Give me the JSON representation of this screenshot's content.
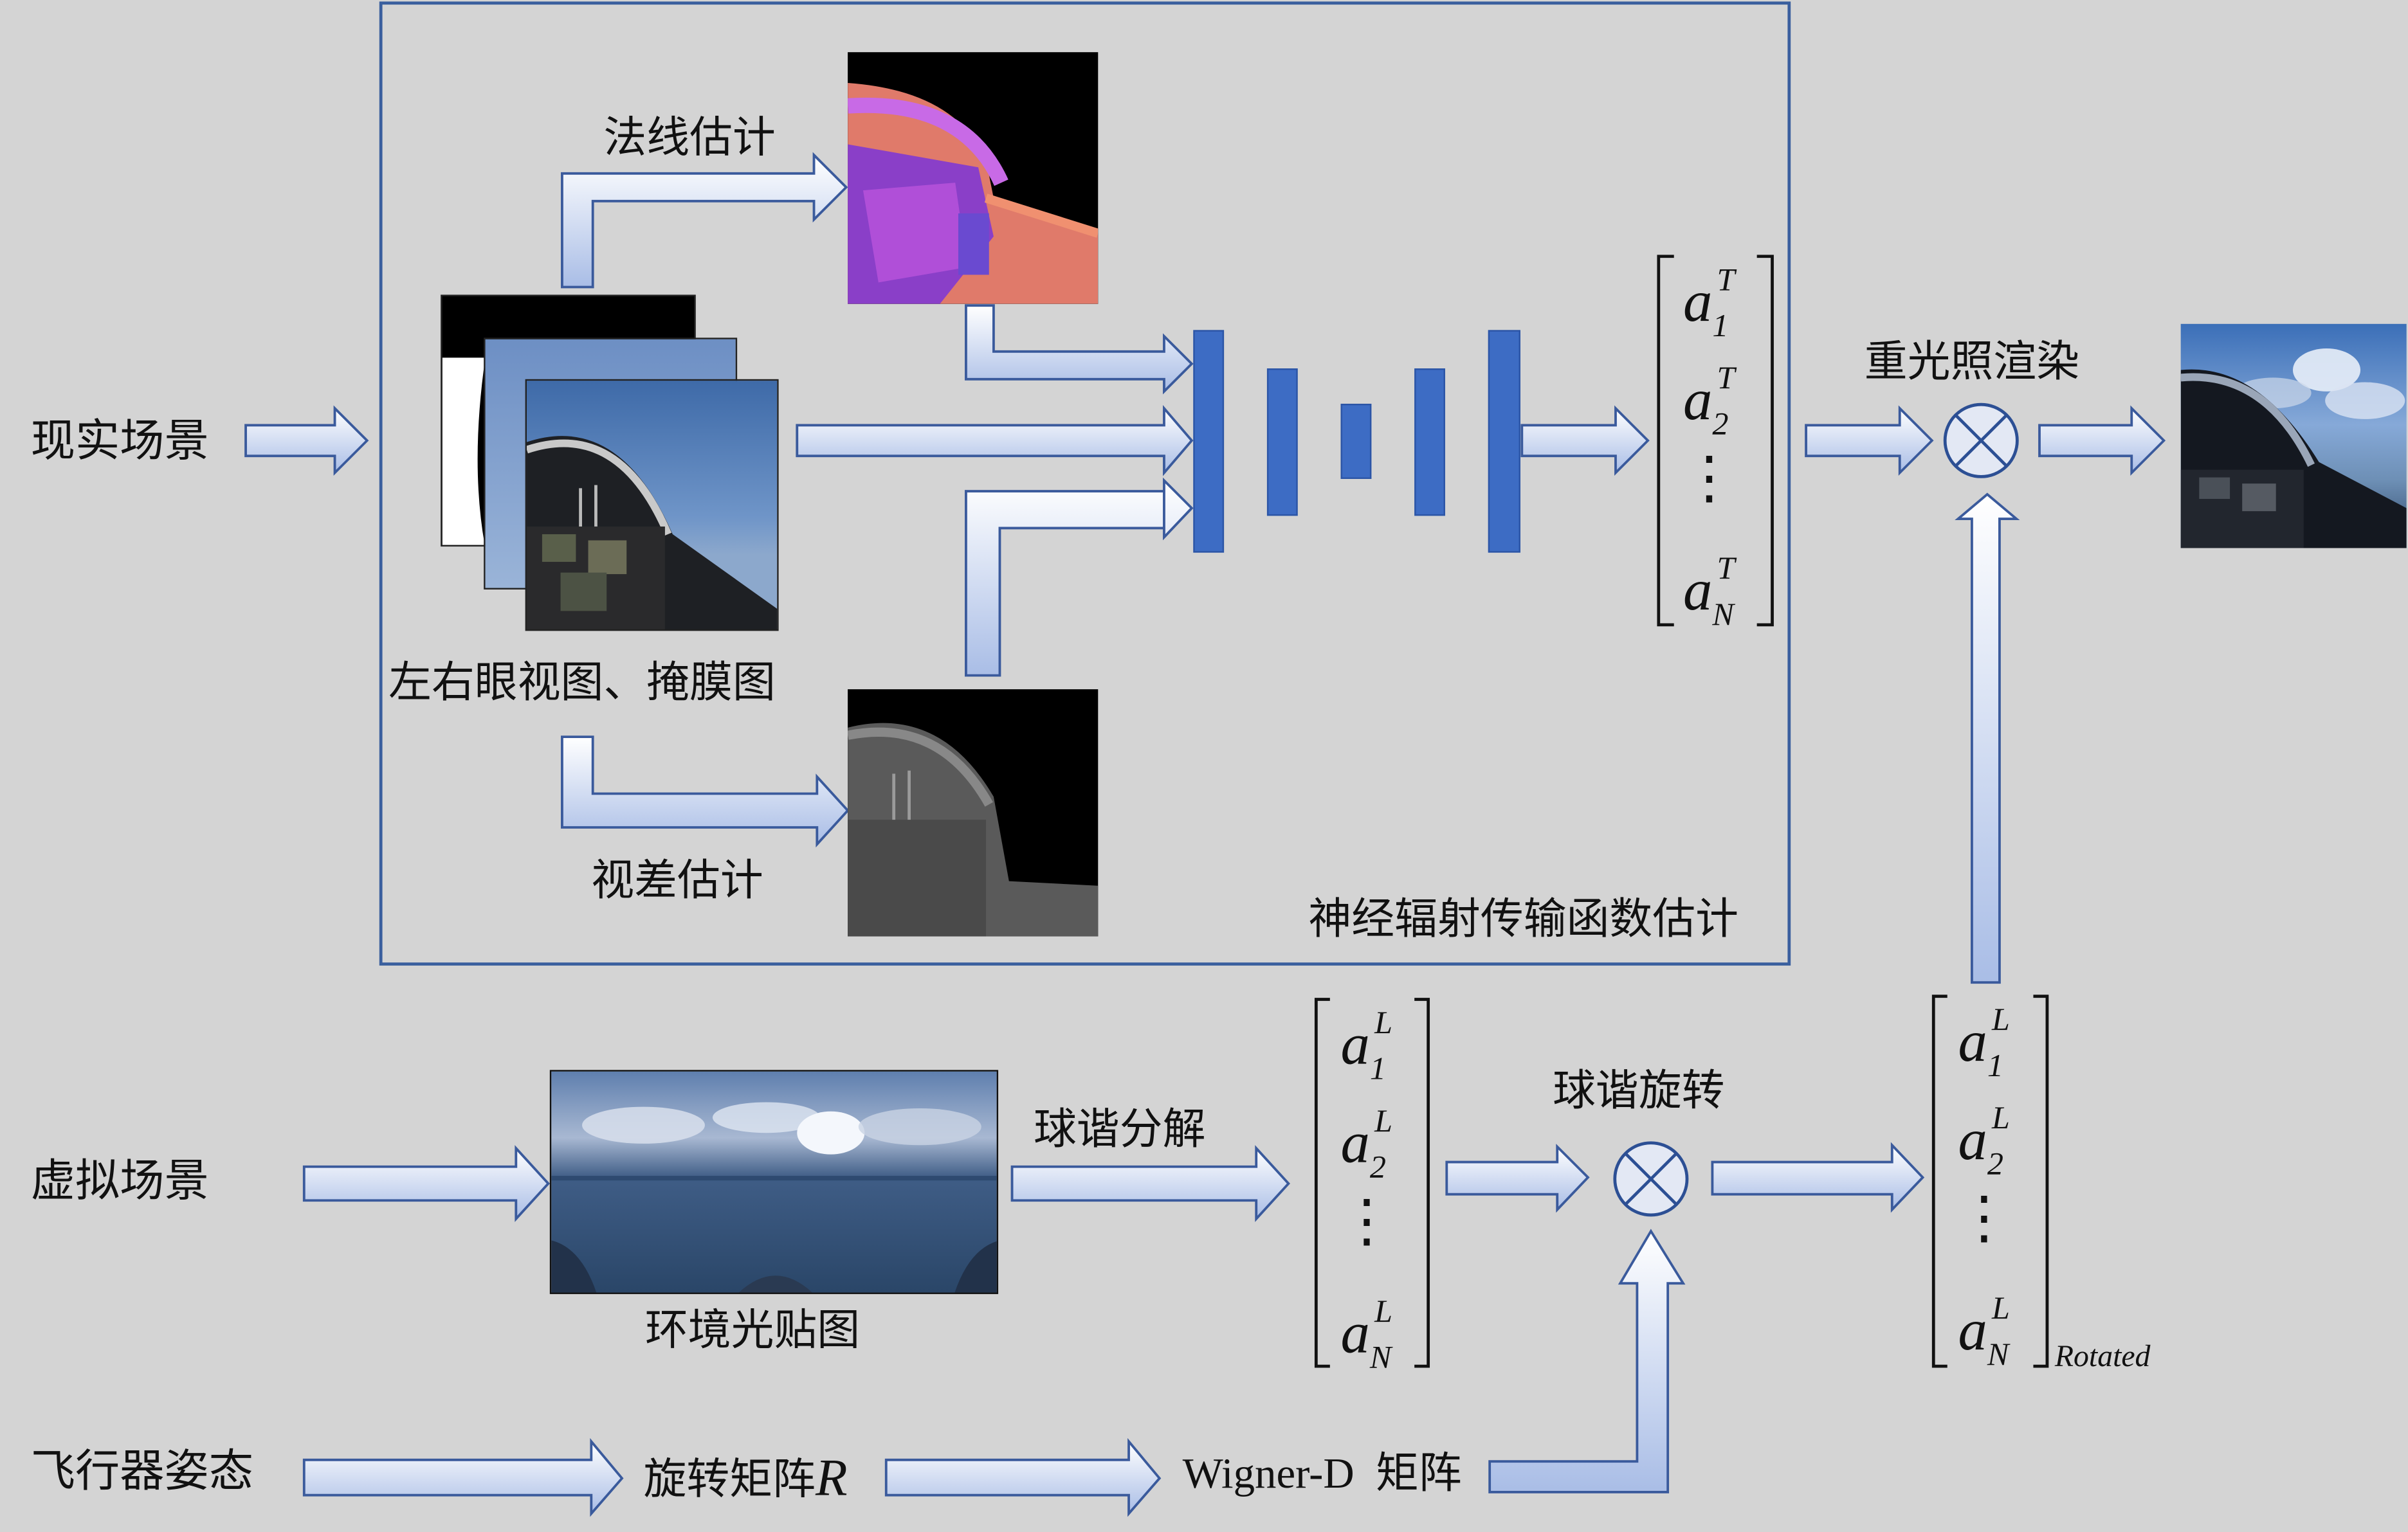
{
  "labels": {
    "real_scene": "现实场景",
    "virtual_scene": "虚拟场景",
    "flight_attitude": "飞行器姿态",
    "normal_estimation": "法线估计",
    "views_mask": "左右眼视图、掩膜图",
    "disparity_estimation": "视差估计",
    "nrtf_estimation": "神经辐射传输函数估计",
    "relighting": "重光照渲染",
    "sh_decomposition": "球谐分解",
    "env_light_map": "环境光贴图",
    "sh_rotation": "球谐旋转",
    "rotation_matrix": "旋转矩阵",
    "rotation_matrix_symbol": "R",
    "wigner_d": "Wigner-D",
    "wigner_matrix": "矩阵",
    "rotated_subscript": "Rotated"
  },
  "vectors": {
    "transfer": {
      "base": "a",
      "superscript": "T",
      "subscripts": [
        "1",
        "2",
        "N"
      ]
    },
    "light": {
      "base": "a",
      "superscript": "L",
      "subscripts": [
        "1",
        "2",
        "N"
      ]
    },
    "light_rotated": {
      "base": "a",
      "superscript": "L",
      "subscripts": [
        "1",
        "2",
        "N"
      ]
    },
    "ellipsis": "⋮"
  },
  "colors": {
    "background": "#d4d4d4",
    "frame": "#3a5f9e",
    "network_bar": "#3d6cc4",
    "arrow_fill_light": "#ffffff",
    "arrow_fill_dark": "#a9bde6",
    "arrow_stroke": "#3a5a9c"
  },
  "icons": {
    "multiply_operator": "circled-times-icon"
  }
}
